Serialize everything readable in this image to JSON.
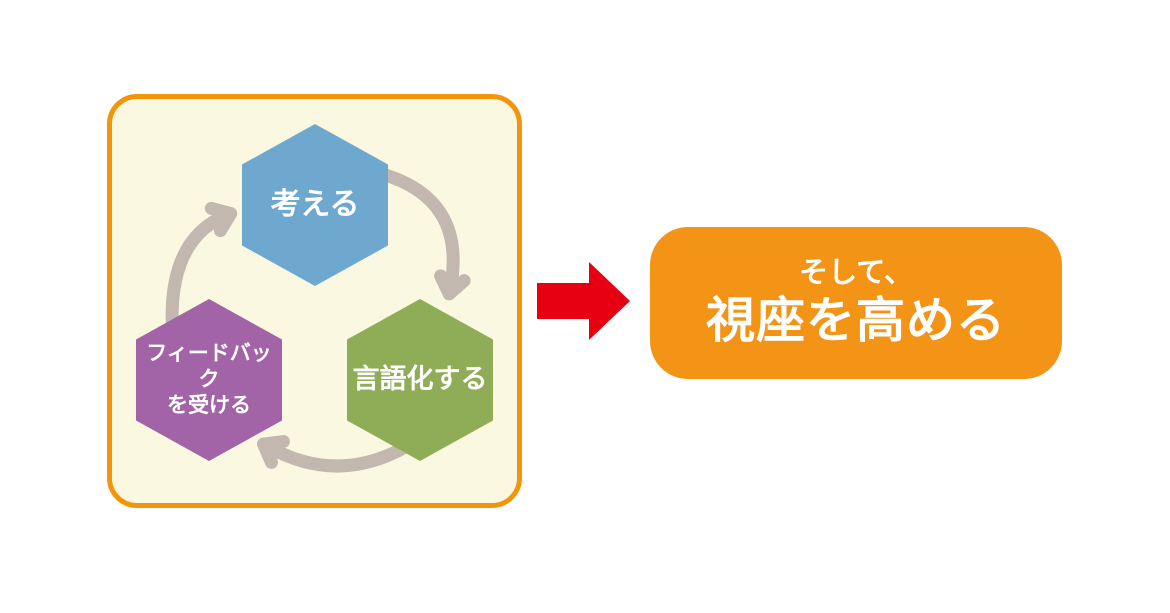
{
  "diagram": {
    "type": "cycle-to-result",
    "panel": {
      "background_color": "#FBF8E2",
      "border_color": "#F2950A",
      "cycle_arrow_color": "#C3B8B0",
      "nodes": [
        {
          "id": "think",
          "label": "考える",
          "color": "#6FA8CF"
        },
        {
          "id": "verbalize",
          "label": "言語化する",
          "color": "#8FAD57"
        },
        {
          "id": "feedback",
          "label": "フィードバック\nを受ける",
          "color": "#A264A6"
        }
      ],
      "flow_order": [
        "think",
        "verbalize",
        "feedback",
        "think"
      ]
    },
    "connector": {
      "shape": "right-arrow",
      "color": "#E60012"
    },
    "result": {
      "line1": "そして、",
      "line2": "視座を高める",
      "background_color": "#F39417",
      "text_color": "#FFFFFF"
    }
  }
}
